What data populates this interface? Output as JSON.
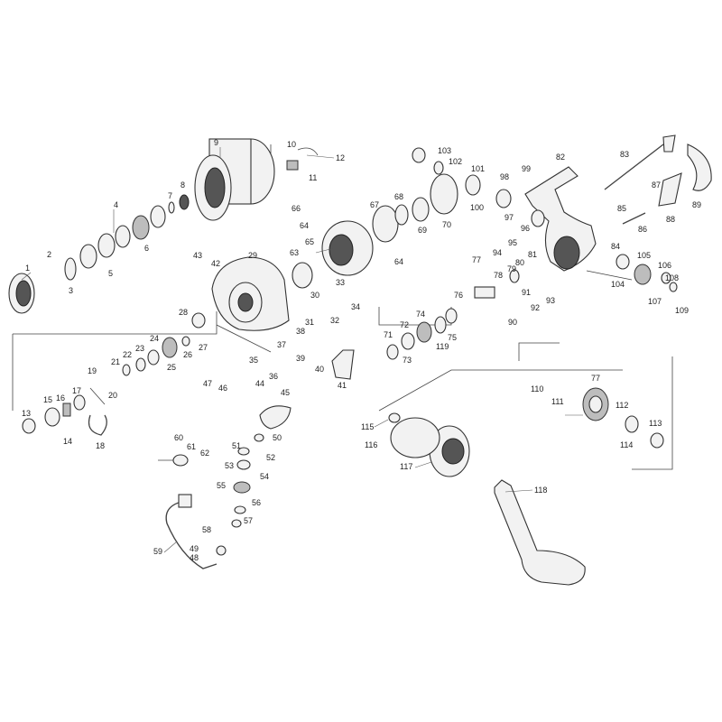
{
  "part_numbers": [
    "1",
    "2",
    "3",
    "4",
    "5",
    "6",
    "7",
    "8",
    "9",
    "10",
    "11",
    "12",
    "13",
    "14",
    "15",
    "16",
    "17",
    "18",
    "19",
    "20",
    "21",
    "22",
    "23",
    "24",
    "25",
    "26",
    "27",
    "28",
    "29",
    "30",
    "31",
    "32",
    "33",
    "34",
    "35",
    "36",
    "37",
    "38",
    "39",
    "40",
    "41",
    "42",
    "43",
    "44",
    "45",
    "46",
    "47",
    "48",
    "49",
    "50",
    "51",
    "52",
    "53",
    "54",
    "55",
    "56",
    "57",
    "58",
    "59",
    "60",
    "61",
    "62",
    "63",
    "64",
    "64",
    "65",
    "66",
    "67",
    "68",
    "69",
    "70",
    "71",
    "72",
    "73",
    "74",
    "75",
    "76",
    "77",
    "77",
    "78",
    "79",
    "80",
    "81",
    "82",
    "83",
    "84",
    "85",
    "86",
    "87",
    "88",
    "89",
    "90",
    "91",
    "92",
    "93",
    "94",
    "95",
    "96",
    "97",
    "98",
    "99",
    "100",
    "101",
    "102",
    "103",
    "104",
    "105",
    "106",
    "107",
    "108",
    "109",
    "110",
    "111",
    "112",
    "113",
    "114",
    "115",
    "116",
    "117",
    "118",
    "119"
  ]
}
